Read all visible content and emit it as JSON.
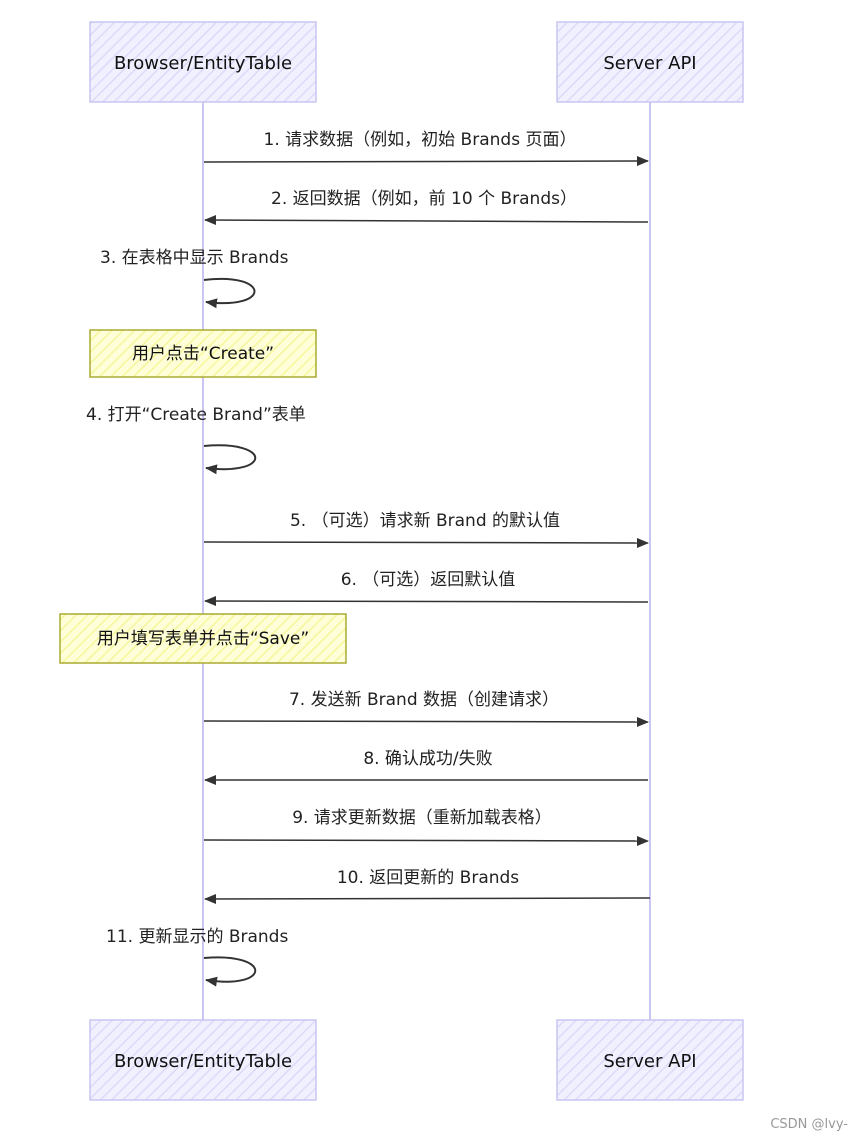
{
  "actors": {
    "browser": "Browser/EntityTable",
    "server": "Server API"
  },
  "messages": [
    {
      "id": "m1",
      "text": "1. 请求数据（例如，初始 Brands 页面）",
      "direction": "to-server"
    },
    {
      "id": "m2",
      "text": "2. 返回数据（例如，前 10 个 Brands）",
      "direction": "to-browser"
    },
    {
      "id": "m3",
      "text": "3. 在表格中显示 Brands",
      "direction": "self"
    },
    {
      "id": "m4",
      "text": "4. 打开“Create Brand”表单",
      "direction": "self"
    },
    {
      "id": "m5",
      "text": "5. （可选）请求新 Brand 的默认值",
      "direction": "to-server"
    },
    {
      "id": "m6",
      "text": "6. （可选）返回默认值",
      "direction": "to-browser"
    },
    {
      "id": "m7",
      "text": "7. 发送新 Brand 数据（创建请求）",
      "direction": "to-server"
    },
    {
      "id": "m8",
      "text": "8. 确认成功/失败",
      "direction": "to-browser"
    },
    {
      "id": "m9",
      "text": "9. 请求更新数据（重新加载表格）",
      "direction": "to-server"
    },
    {
      "id": "m10",
      "text": "10. 返回更新的 Brands",
      "direction": "to-browser"
    },
    {
      "id": "m11",
      "text": "11. 更新显示的 Brands",
      "direction": "self"
    }
  ],
  "notes": {
    "n1": "用户点击“Create”",
    "n2": "用户填写表单并点击“Save”"
  },
  "watermark": "CSDN @lvy-",
  "colors": {
    "actor_fill": "#ececff",
    "actor_stroke": "#c9c6f2",
    "lifeline": "#c9c6f2",
    "note_fill": "#fdfdc4",
    "note_stroke": "#aaaa33",
    "arrow": "#333333"
  }
}
